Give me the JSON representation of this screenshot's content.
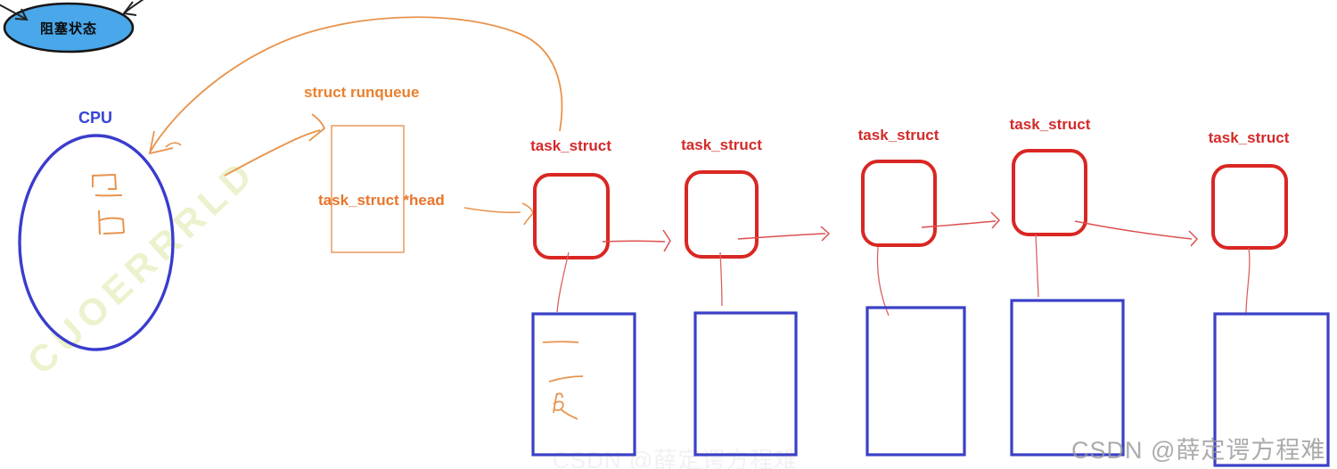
{
  "diagram": {
    "description_visible_labels_only": true,
    "blocked_state": {
      "label": "阻塞状态"
    },
    "cpu": {
      "label": "CPU"
    },
    "runqueue": {
      "title": "struct runqueue",
      "head_field": "task_struct *head"
    },
    "nodes": [
      {
        "label": "task_struct"
      },
      {
        "label": "task_struct"
      },
      {
        "label": "task_struct"
      },
      {
        "label": "task_struct"
      },
      {
        "label": "task_struct"
      }
    ],
    "watermarks": {
      "csdn": "CSDN @薛定谔方程难",
      "csdn_faint": "CSDN @薛定谔方程难",
      "ghost_diagonal": "CUOERRRLD"
    },
    "colors": {
      "blocked_fill": "#49a7ea",
      "blocked_border": "#161616",
      "cpu_blue": "#3a3ccd",
      "label_blue": "#3544d6",
      "node_red": "#d92723",
      "label_red": "#d42a2a",
      "link_red": "#dc5050",
      "orange": "#e8934c",
      "rect_blue": "#3b40c6",
      "watermark_gray": "#969696"
    }
  }
}
